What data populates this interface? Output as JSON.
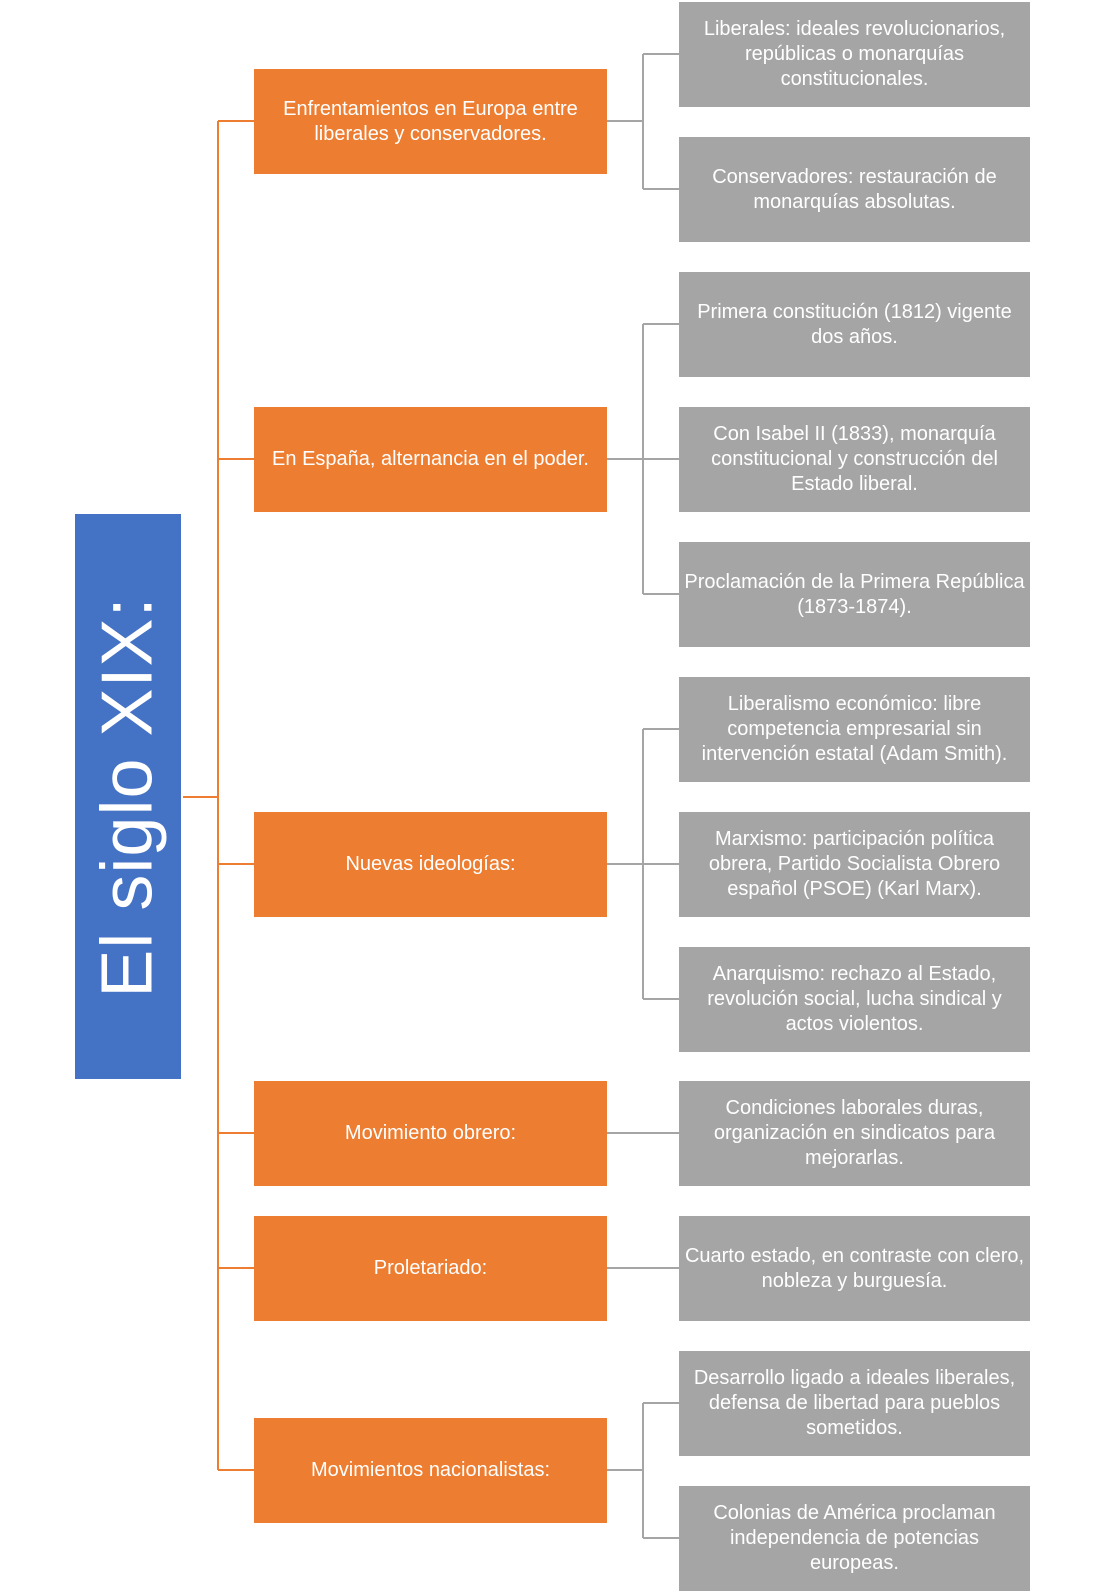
{
  "title": "El siglo XIX:",
  "branches": [
    {
      "label": "Enfrentamientos en Europa entre liberales y conservadores.",
      "details": [
        "Liberales: ideales revolucionarios, repúblicas o monarquías constitucionales.",
        "Conservadores: restauración de monarquías absolutas."
      ]
    },
    {
      "label": "En España, alternancia en el poder.",
      "details": [
        "Primera constitución (1812) vigente dos años.",
        "Con Isabel II (1833), monarquía constitucional y construcción del Estado liberal.",
        "Proclamación de la Primera República (1873-1874)."
      ]
    },
    {
      "label": "Nuevas ideologías:",
      "details": [
        "Liberalismo económico: libre competencia empresarial sin intervención estatal (Adam Smith).",
        "Marxismo: participación política obrera, Partido Socialista Obrero español (PSOE) (Karl Marx).",
        "Anarquismo: rechazo al Estado, revolución social, lucha sindical y actos violentos."
      ]
    },
    {
      "label": "Movimiento obrero:",
      "details": [
        "Condiciones laborales duras, organización en sindicatos para mejorarlas."
      ]
    },
    {
      "label": "Proletariado:",
      "details": [
        "Cuarto estado, en contraste con clero, nobleza y burguesía."
      ]
    },
    {
      "label": "Movimientos nacionalistas:",
      "details": [
        "Desarrollo ligado a ideales liberales, defensa de libertad para pueblos sometidos.",
        "Colonias de América proclaman independencia de potencias europeas."
      ]
    }
  ],
  "colors": {
    "root": "#4472c4",
    "branch": "#ed7d31",
    "detail": "#a5a5a5",
    "branch_line": "#ed7d31",
    "detail_line": "#a5a5a5"
  }
}
